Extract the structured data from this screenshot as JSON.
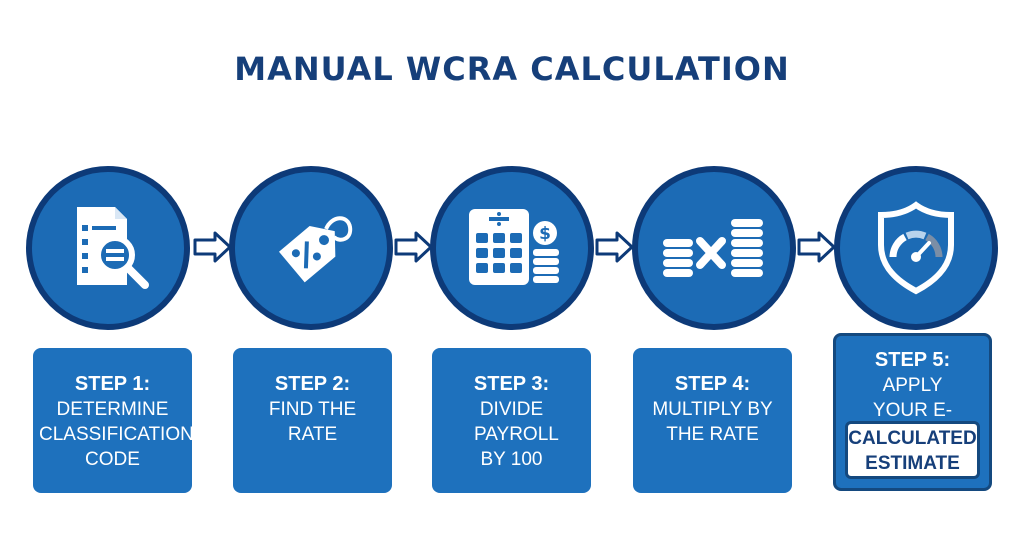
{
  "title": "MANUAL WCRA CALCULATION",
  "steps": [
    {
      "label": "STEP 1:",
      "description": "DETERMINE CLASSIFICATION CODE",
      "icon": "document-magnifier-icon"
    },
    {
      "label": "STEP 2:",
      "description": "FIND THE RATE",
      "icon": "percent-tag-icon"
    },
    {
      "label": "STEP 3:",
      "description": "DIVIDE PAYROLL BY 100",
      "icon": "calculator-coins-icon"
    },
    {
      "label": "STEP 4:",
      "description": "MULTIPLY BY THE RATE",
      "icon": "coins-multiply-icon"
    },
    {
      "label": "STEP 5:",
      "description": "APPLY YOUR E-MOD",
      "icon": "shield-gauge-icon"
    }
  ],
  "result_badge": "CALCULATED ESTIMATE",
  "colors": {
    "primary": "#1e71bd",
    "dark": "#0d3a78",
    "title": "#163f7a",
    "background": "#ffffff"
  }
}
